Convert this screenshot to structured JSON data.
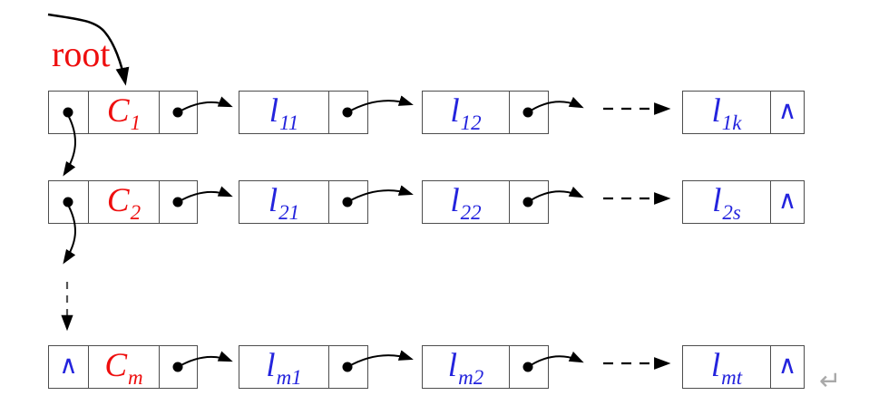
{
  "diagram_title": "generalized-linked-list-diagram",
  "root_label": "root",
  "null_symbol": "∧",
  "return_symbol": "↵",
  "colors": {
    "head_label": "#ee0e0e",
    "item_label": "#2424dd",
    "root_label": "#ee0e0e",
    "box_border": "#4d4d4d",
    "arrow": "#000000",
    "return_mark": "#a9a9a9",
    "background": "#ffffff"
  },
  "rows": [
    {
      "head": {
        "main": "C",
        "sub": "1"
      },
      "items": [
        {
          "main": "l",
          "sub": "11"
        },
        {
          "main": "l",
          "sub": "12"
        },
        {
          "main": "l",
          "sub": "1k"
        }
      ]
    },
    {
      "head": {
        "main": "C",
        "sub": "2"
      },
      "items": [
        {
          "main": "l",
          "sub": "21"
        },
        {
          "main": "l",
          "sub": "22"
        },
        {
          "main": "l",
          "sub": "2s"
        }
      ]
    },
    {
      "head": {
        "main": "C",
        "sub": "m"
      },
      "items": [
        {
          "main": "l",
          "sub": "m1"
        },
        {
          "main": "l",
          "sub": "m2"
        },
        {
          "main": "l",
          "sub": "mt"
        }
      ]
    }
  ]
}
